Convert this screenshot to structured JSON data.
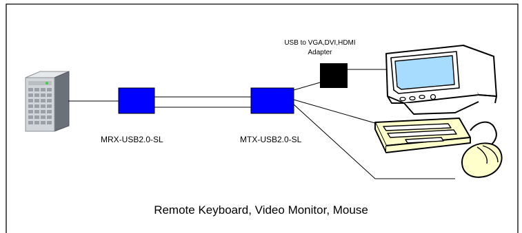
{
  "diagram": {
    "caption": "Remote Keyboard, Video Monitor, Mouse",
    "devices": {
      "receiver_label": "MRX-USB2.0-SL",
      "transmitter_label": "MTX-USB2.0-SL",
      "adapter_label": "USB to VGA,DVI,HDMI Adapter",
      "server_icon": "server-tower-icon",
      "monitor_icon": "crt-monitor-icon",
      "keyboard_icon": "keyboard-icon",
      "mouse_icon": "mouse-icon"
    },
    "colors": {
      "device_fill": "#0000ff",
      "adapter_fill": "#000000",
      "screen_fill": "#a8dcff",
      "frame": "#000000"
    }
  }
}
